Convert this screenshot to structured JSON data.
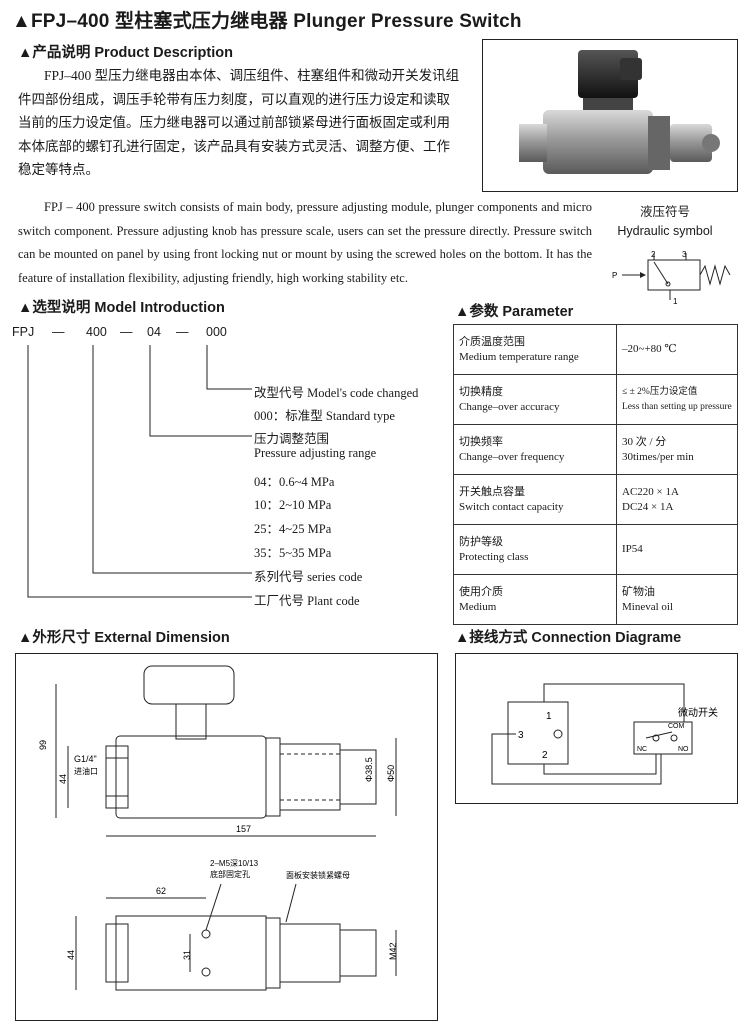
{
  "title": "▲FPJ–400 型柱塞式压力继电器 Plunger Pressure Switch",
  "product_description": {
    "heading": "▲产品说明  Product Description",
    "cn_text": "FPJ–400 型压力继电器由本体、调压组件、柱塞组件和微动开关发讯组件四部份组成，调压手轮带有压力刻度，可以直观的进行压力设定和读取当前的压力设定值。压力继电器可以通过前部锁紧母进行面板固定或利用本体底部的螺钉孔进行固定，该产品具有安装方式灵活、调整方便、工作稳定等特点。",
    "en_text": "FPJ – 400 pressure switch consists of main body, pressure adjusting module, plunger components and micro switch component. Pressure adjusting knob has pressure scale, users can set the pressure directly. Pressure switch can be mounted on panel by using front locking nut or mount by using the screwed holes on the bottom. It has the feature of installation flexibility, adjusting friendly, high working stability etc."
  },
  "hydraulic_symbol": {
    "cn": "液压符号",
    "en": "Hydraulic symbol",
    "labels": [
      "2",
      "3",
      "P",
      "1"
    ]
  },
  "model_introduction": {
    "heading": "▲选型说明  Model Introduction",
    "code_parts": [
      "FPJ",
      "—",
      "400",
      "—",
      "04",
      "—",
      "000"
    ],
    "items": {
      "changed": "改型代号 Model's code changed",
      "standard": "000：标准型 Standard type",
      "range_cn": "压力调整范围",
      "range_en": "Pressure adjusting range",
      "r04": "04：0.6~4 MPa",
      "r10": "10：2~10 MPa",
      "r25": "25：4~25 MPa",
      "r35": "35：5~35 MPa",
      "series": "系列代号 series code",
      "plant": "工厂代号 Plant code"
    }
  },
  "parameter": {
    "heading": "▲参数  Parameter",
    "rows": [
      {
        "cn": "介质温度范围",
        "en": "Medium temperature range",
        "v1": "–20~+80 ℃",
        "v2": ""
      },
      {
        "cn": "切换精度",
        "en": "Change–over accuracy",
        "v1": "≤ ± 2%压力设定值",
        "v2": "Less than setting up pressure"
      },
      {
        "cn": "切换频率",
        "en": "Change–over frequency",
        "v1": "30 次 / 分",
        "v2": "30times/per min"
      },
      {
        "cn": "开关触点容量",
        "en": "Switch contact capacity",
        "v1": "AC220 × 1A",
        "v2": "DC24 × 1A"
      },
      {
        "cn": "防护等级",
        "en": "Protecting class",
        "v1": "IP54",
        "v2": ""
      },
      {
        "cn": "使用介质",
        "en": "Medium",
        "v1": "矿物油",
        "v2": "Mineval oil"
      }
    ]
  },
  "external_dimension": {
    "heading": "▲外形尺寸  External Dimension",
    "dims": {
      "d99": "99",
      "d44": "44",
      "port": "G1/4\"",
      "port_cn": "进油口",
      "d38": "Φ38.5",
      "d50": "Φ50",
      "d157": "157",
      "d62": "62",
      "holes": "2–M5深10/13",
      "holes2": "底部固定孔",
      "panel": "面板安装锁紧螺母",
      "d44b": "44",
      "d31": "31",
      "m42": "M42"
    }
  },
  "connection_diagram": {
    "heading": "▲接线方式  Connection  Diagrame",
    "micro_switch": "微动开关",
    "labels": [
      "1",
      "3",
      "2",
      "COM",
      "NC",
      "NO"
    ]
  },
  "colors": {
    "text": "#1a1a1a",
    "line": "#222222"
  }
}
